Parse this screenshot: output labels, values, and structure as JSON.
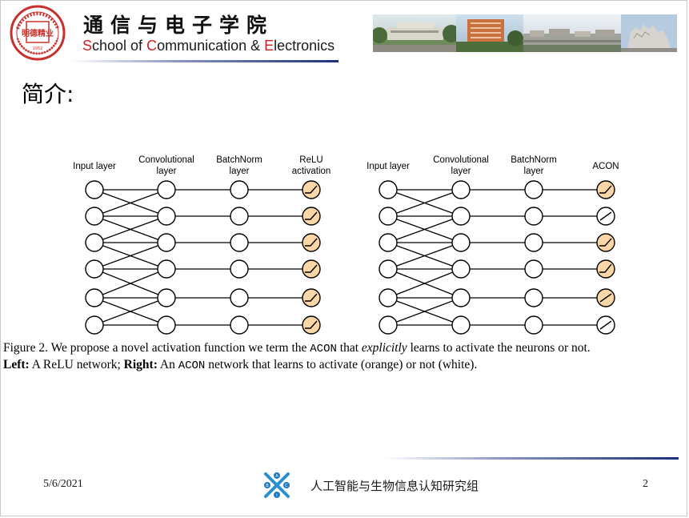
{
  "header": {
    "school_name_cn": "通信与电子学院",
    "school_name_en": {
      "s_initial": "S",
      "s_rest": "chool of ",
      "c_initial": "C",
      "c_rest": "ommunication & ",
      "e_initial": "E",
      "e_rest": "lectronics"
    },
    "logo": {
      "center_text": "明德精业",
      "year": "1952"
    }
  },
  "title": "简介:",
  "diagram": {
    "left": {
      "layer_labels": [
        [
          "Input layer"
        ],
        [
          "Convolutional",
          "layer"
        ],
        [
          "BatchNorm",
          "layer"
        ],
        [
          "ReLU",
          "activation"
        ]
      ],
      "activations": [
        "relu",
        "relu",
        "relu",
        "relu",
        "relu",
        "relu"
      ]
    },
    "right": {
      "layer_labels": [
        [
          "Input layer"
        ],
        [
          "Convolutional",
          "layer"
        ],
        [
          "BatchNorm",
          "layer"
        ],
        [
          "ACON"
        ]
      ],
      "activations": [
        "relu",
        "linear",
        "relu",
        "relu-steep",
        "linear-orange",
        "linear"
      ]
    },
    "colors": {
      "active": "#fbd6a6",
      "inactive": "#ffffff",
      "stroke": "#000000"
    }
  },
  "caption": {
    "line1_a": "Figure 2. We propose a novel activation function we term the ",
    "line1_acon": "ACON",
    "line1_b": " that ",
    "line1_explicitly": "explicitly",
    "line1_c": " learns to activate the neurons or not.",
    "line2_left": "Left:",
    "line2_a": " A ReLU network; ",
    "line2_right": "Right:",
    "line2_b": " An ",
    "line2_acon": "ACON",
    "line2_c": " network that learns to activate (orange) or not (white)."
  },
  "footer": {
    "date": "5/6/2021",
    "group": "人工智能与生物信息认知研究组",
    "page": "2",
    "logo_letters": [
      "A",
      "B",
      "C",
      "i"
    ]
  }
}
